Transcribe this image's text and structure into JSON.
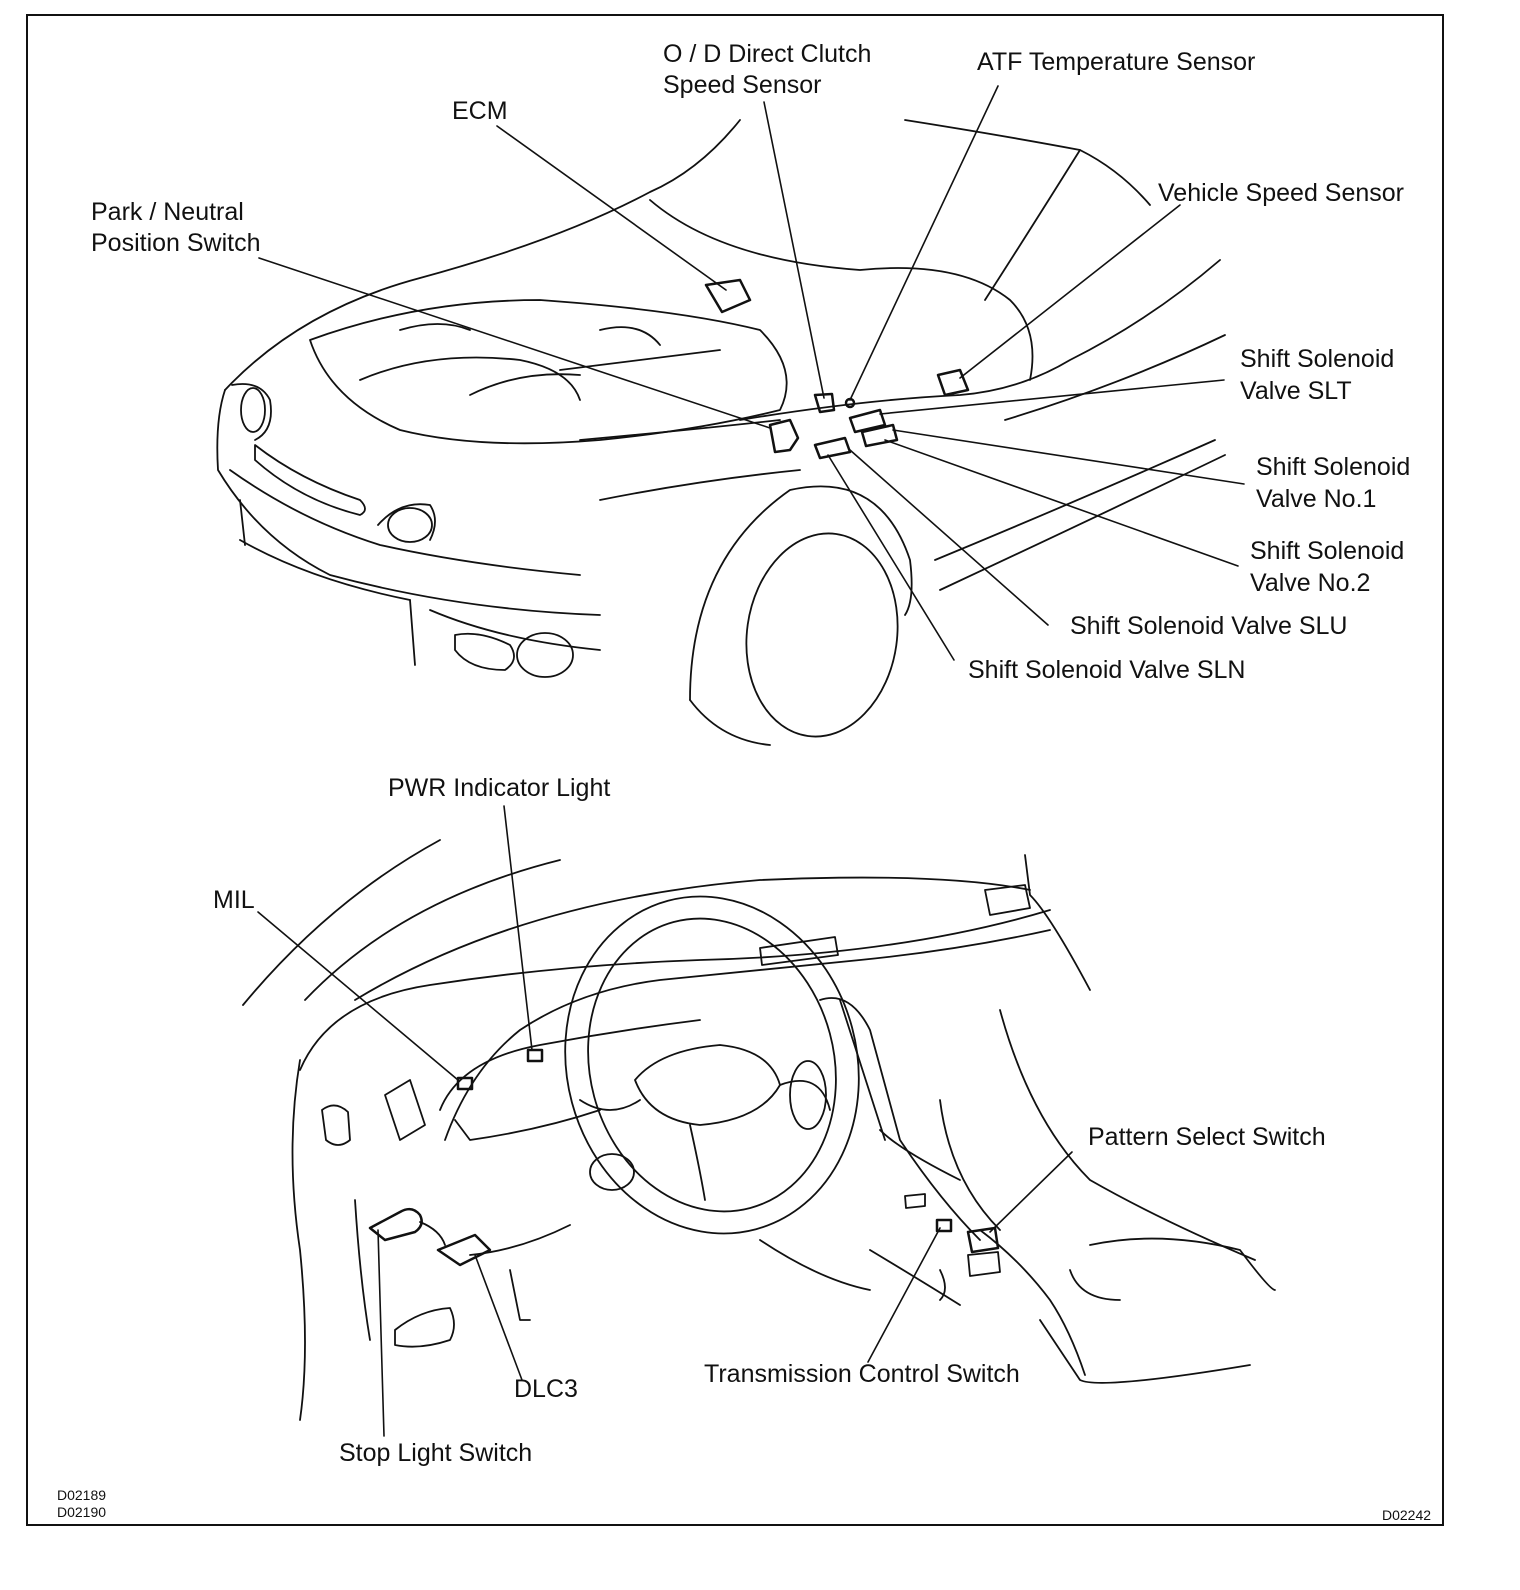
{
  "labels": {
    "od_clutch_1": "O / D Direct Clutch",
    "od_clutch_2": "Speed Sensor",
    "atf_temp": "ATF Temperature Sensor",
    "ecm": "ECM",
    "park_neutral_1": "Park / Neutral",
    "park_neutral_2": "Position Switch",
    "vehicle_speed": "Vehicle Speed Sensor",
    "slt_1": "Shift  Solenoid",
    "slt_2": "Valve SLT",
    "no1_1": "Shift  Solenoid",
    "no1_2": "Valve No.1",
    "no2_1": "Shift  Solenoid",
    "no2_2": "Valve No.2",
    "slu": "Shift Solenoid Valve SLU",
    "sln": "Shift Solenoid Valve SLN",
    "pwr": "PWR Indicator Light",
    "mil": "MIL",
    "pattern": "Pattern Select Switch",
    "dlc3": "DLC3",
    "tcs": "Transmission Control Switch",
    "stop_light": "Stop Light Switch"
  },
  "codes": {
    "top_left_1": "D02189",
    "top_left_2": "D02190",
    "bottom_right": "D02242"
  }
}
